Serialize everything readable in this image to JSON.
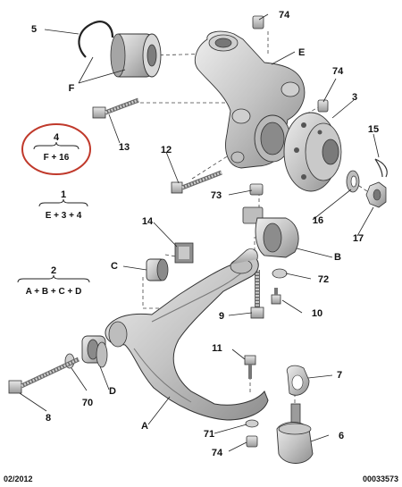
{
  "labels": {
    "l74a": "74",
    "l5": "5",
    "lE": "E",
    "lF": "F",
    "l74b": "74",
    "l3": "3",
    "l13": "13",
    "l15": "15",
    "l12": "12",
    "l73": "73",
    "l16": "16",
    "l17": "17",
    "l14": "14",
    "lC": "C",
    "lB": "B",
    "l72": "72",
    "l9": "9",
    "l10": "10",
    "l11": "11",
    "l7": "7",
    "l70": "70",
    "lD": "D",
    "l8": "8",
    "lA": "A",
    "l71": "71",
    "l6": "6",
    "l74c": "74"
  },
  "groups": {
    "g4": {
      "num": "4",
      "formula": "F + 16"
    },
    "g1": {
      "num": "1",
      "formula": "E + 3 + 4"
    },
    "g2": {
      "num": "2",
      "formula": "A + B + C + D"
    }
  },
  "footer": {
    "date": "02/2012",
    "ref": "00033573"
  },
  "colors": {
    "parts": "#cfcfcf",
    "parts_dark": "#9a9a9a",
    "highlight_circle": "#c0392b",
    "lines": "#222222"
  }
}
